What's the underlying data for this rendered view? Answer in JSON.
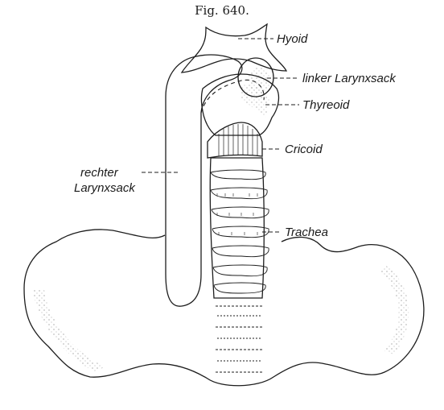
{
  "figure": {
    "title": "Fig. 640."
  },
  "labels": {
    "hyoid": "Hyoid",
    "linker": "linker Larynxsack",
    "thyreoid": "Thyreoid",
    "cricoid": "Cricoid",
    "rechter_line1": "rechter",
    "rechter_line2": "Larynxsack",
    "trachea": "Trachea"
  },
  "colors": {
    "ink": "#1d1d1d",
    "background": "#ffffff"
  }
}
